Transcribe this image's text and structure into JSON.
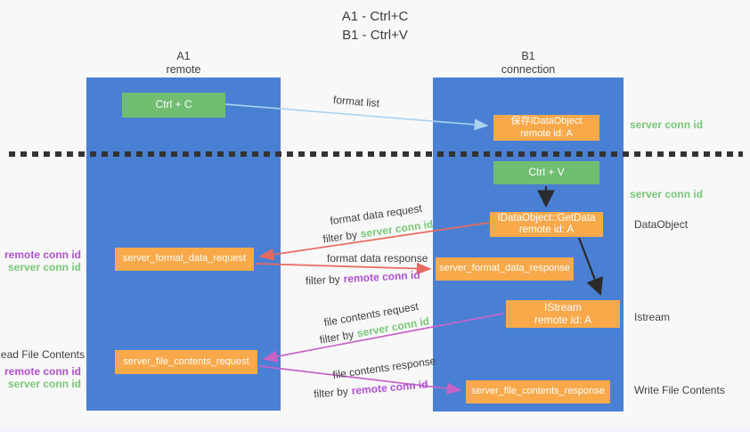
{
  "title": {
    "line1": "A1 - Ctrl+C",
    "line2": "B1 - Ctrl+V"
  },
  "columns": {
    "left": {
      "name": "A1",
      "role": "remote"
    },
    "right": {
      "name": "B1",
      "role": "connection"
    }
  },
  "nodes": {
    "ctrl_c": {
      "label": "Ctrl + C"
    },
    "save_dataobject": {
      "line1": "保存IDataObject",
      "line2": "remote id: A"
    },
    "ctrl_v": {
      "label": "Ctrl + V"
    },
    "getdata": {
      "line1": "IDataObject::GetData",
      "line2": "remote id: A"
    },
    "istream": {
      "line1": "IStream",
      "line2": "remote id: A"
    },
    "server_format_data_request": {
      "label": "server_format_data_request"
    },
    "server_format_data_response": {
      "label": "server_format_data_response"
    },
    "server_file_contents_request": {
      "label": "server_file_contents_request"
    },
    "server_file_contents_response": {
      "label": "server_file_contents_response"
    }
  },
  "arrow_labels": {
    "format_list": "format list",
    "format_data_request": "format data request",
    "format_data_response": "format data response",
    "file_contents_request": "file contents request",
    "file_contents_response": "file contents response",
    "filter_by": "filter by",
    "server_conn_id": "server conn id",
    "remote_conn_id": "remote conn id"
  },
  "side_labels": {
    "server_conn_id_top": "server conn id",
    "server_conn_id_mid": "server conn id",
    "dataobject": "DataObject",
    "istream": "Istream",
    "read_file_contents": "Read File Contents",
    "write_file_contents": "Write File Contents",
    "remote_conn_id_format": "remote conn id",
    "server_conn_id_format": "server conn id",
    "remote_conn_id_file": "remote conn id",
    "server_conn_id_file": "server conn id"
  },
  "colors": {
    "background": "#f8f8f8",
    "column_blue": "#4a80d3",
    "node_green": "#71bd71",
    "node_orange": "#f9a94a",
    "server_conn_green": "#77c877",
    "remote_conn_purple": "#b050d0",
    "arrow_red": "#e8695f",
    "arrow_magenta": "#c763c7",
    "arrow_blue": "#a9d2f0",
    "arrow_black": "#2b2b2b",
    "text_dark": "#3f3f3f"
  }
}
